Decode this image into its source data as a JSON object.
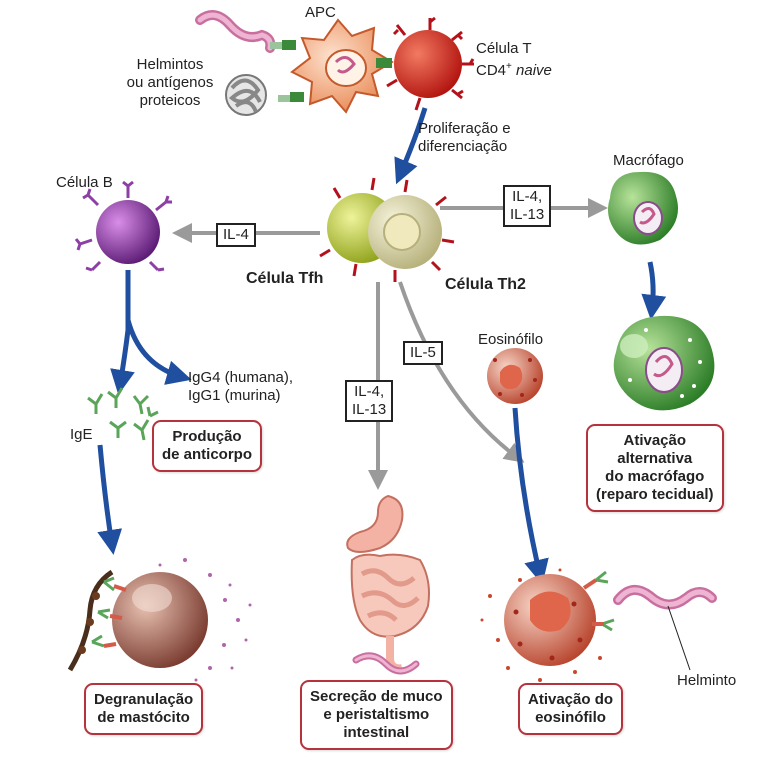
{
  "labels": {
    "apc": "APC",
    "helminths_l1": "Helmintos",
    "helminths_l2": "ou antígenos",
    "helminths_l3": "proteicos",
    "tcell_l1": "Célula T",
    "tcell_l2_a": "CD4",
    "tcell_l2_sup": "+",
    "tcell_l2_b": "naive",
    "prolif_l1": "Proliferação e",
    "prolif_l2": "diferenciação",
    "bcell": "Célula B",
    "macrophage": "Macrófago",
    "tfh": "Célula Tfh",
    "th2": "Célula Th2",
    "eosinophil": "Eosinófilo",
    "igg_l1": "IgG4 (humana),",
    "igg_l2": "IgG1 (murina)",
    "ige": "IgE",
    "helminth": "Helminto"
  },
  "cytokine_boxes": {
    "il4_b": "IL-4",
    "il4_il13_mac_l1": "IL-4,",
    "il4_il13_mac_l2": "IL-13",
    "il5": "IL-5",
    "il4_il13_gut_l1": "IL-4,",
    "il4_il13_gut_l2": "IL-13"
  },
  "outcomes": {
    "antibody": [
      "Produção",
      "de anticorpo"
    ],
    "macrophage_activation": [
      "Ativação",
      "alternativa",
      "do macrófago",
      "(reparo tecidual)"
    ],
    "mast_cell": [
      "Degranulação",
      "de mastócito"
    ],
    "mucus": [
      "Secreção de muco",
      "e peristaltismo",
      "intestinal"
    ],
    "eosinophil_activation": [
      "Ativação do",
      "eosinófilo"
    ]
  },
  "colors": {
    "blue_arrow": "#1f4f9e",
    "gray_arrow": "#9a9a9a",
    "outcome_border": "#b5333d",
    "apc": "#f0a87c",
    "tcell": "#d42a25",
    "tfh": "#c3cf3a",
    "th2": "#d8d6a0",
    "bcell": "#8d3fa6",
    "macrophage": "#4aa43c",
    "eosinophil": "#c9472f",
    "mast_cell": "#9a5a4a"
  }
}
